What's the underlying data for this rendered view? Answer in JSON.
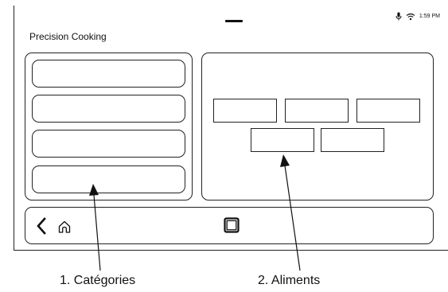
{
  "status_bar": {
    "time": "1:59 PM",
    "icons": [
      "microphone-icon",
      "wifi-icon"
    ]
  },
  "app": {
    "title": "Precision Cooking"
  },
  "navigation": {
    "icons": [
      "back-icon",
      "home-icon",
      "recent-apps-icon"
    ]
  },
  "annotations": {
    "categories": "1. Catégories",
    "foods": "2. Aliments"
  }
}
